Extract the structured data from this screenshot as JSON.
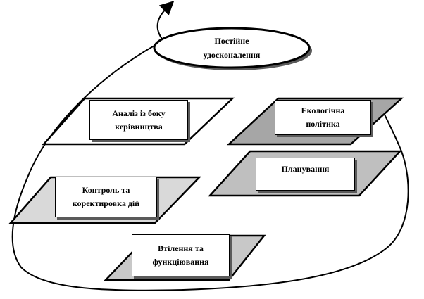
{
  "diagram": {
    "center": {
      "line1": "Постійне",
      "line2": "удосконалення"
    },
    "stages": [
      {
        "line1": "Аналіз із боку",
        "line2": "керівництва",
        "fill": "#ffffff"
      },
      {
        "line1": "Екологічна",
        "line2": "політика",
        "fill": "#a6a6a6"
      },
      {
        "line1": "Планування",
        "line2": "",
        "fill": "#bfbfbf"
      },
      {
        "line1": "Контроль та",
        "line2": "коректировка дій",
        "fill": "#d9d9d9"
      },
      {
        "line1": "Втілення та",
        "line2": "функціювання",
        "fill": "#c8c8c8"
      }
    ]
  },
  "colors": {
    "stroke": "#000000",
    "shadow": "#5a5a5a"
  }
}
